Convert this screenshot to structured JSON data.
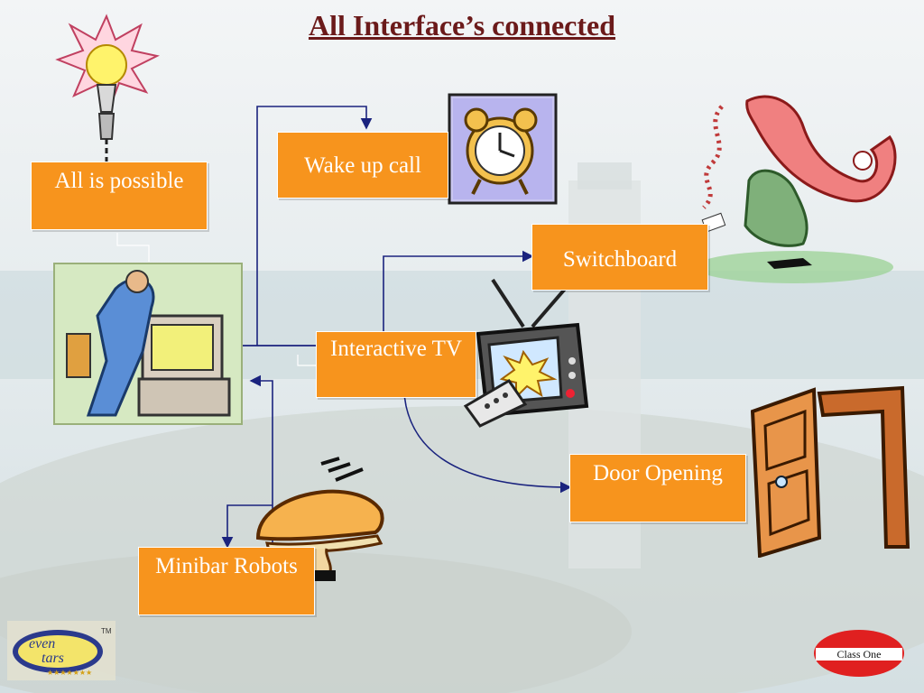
{
  "title": "All Interface’s connected",
  "boxes": {
    "all_possible": "All is possible",
    "wake_up": "Wake up call",
    "switchboard": "Switchboard",
    "interactive_tv": "Interactive TV",
    "door": "Door Opening",
    "minibar": "Minibar Robots"
  },
  "logos": {
    "left_text_1": "even",
    "left_text_2": "tars",
    "left_tm": "TM",
    "right_text": "Class One"
  },
  "colors": {
    "box": "#f7941d",
    "title": "#6b1a1a",
    "arrow": "#1a237e"
  },
  "icons": [
    "lightbulb-icon",
    "clock-icon",
    "telephone-icon",
    "computer-user-icon",
    "television-icon",
    "door-icon",
    "food-cloche-icon"
  ]
}
